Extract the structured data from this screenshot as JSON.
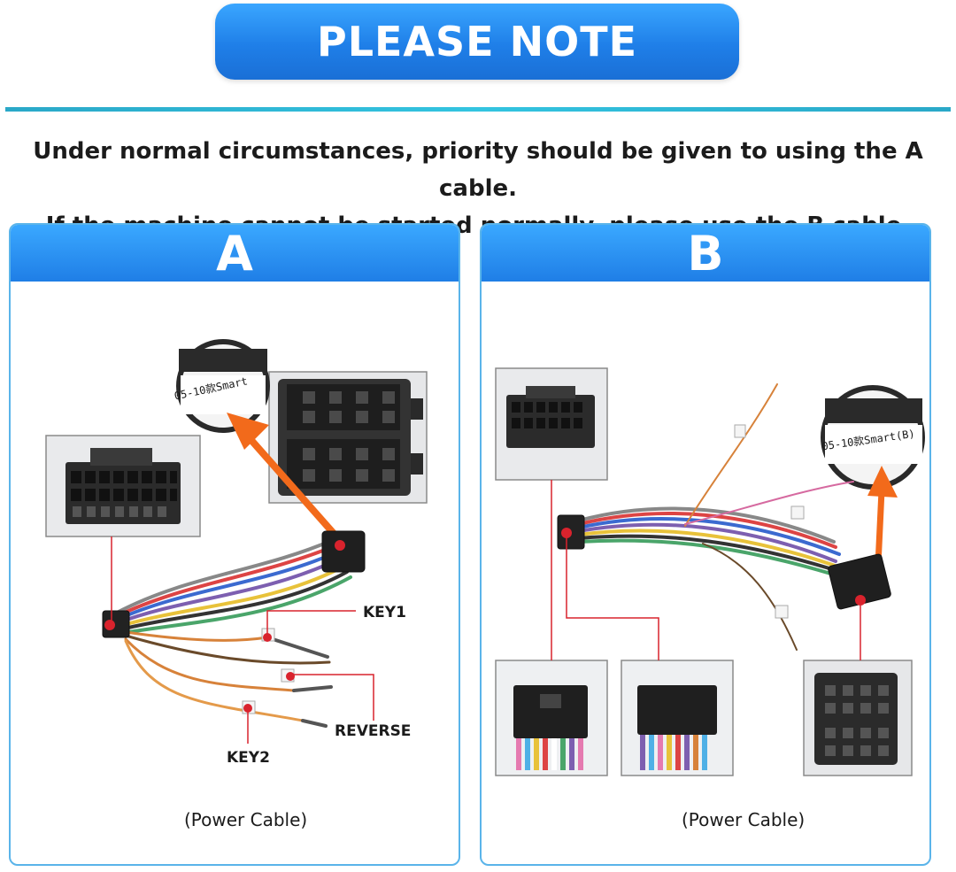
{
  "banner": {
    "title": "PLEASE NOTE"
  },
  "notice": {
    "line1": "Under normal circumstances, priority should be given to using the A cable.",
    "line2": "If the machine cannot be started normally, please use the B cable."
  },
  "panel_a": {
    "letter": "A",
    "tag_text": "05-10款Smart",
    "labels": {
      "key1": "KEY1",
      "reverse": "REVERSE",
      "key2": "KEY2"
    },
    "caption": "(Power Cable)"
  },
  "panel_b": {
    "letter": "B",
    "tag_text": "05-10款Smart(B)",
    "caption": "(Power Cable)"
  },
  "colors": {
    "banner_blue": "#1f7fe8",
    "divider_teal": "#33c4e0",
    "panel_border": "#5ab4ea",
    "callout_red": "#d9232d",
    "arrow_orange": "#f26a1b"
  },
  "icons": [
    "iso-connector-icon",
    "radio-16pin-connector-icon",
    "wire-harness-icon",
    "orange-arrow-icon",
    "magnify-tag-icon"
  ]
}
